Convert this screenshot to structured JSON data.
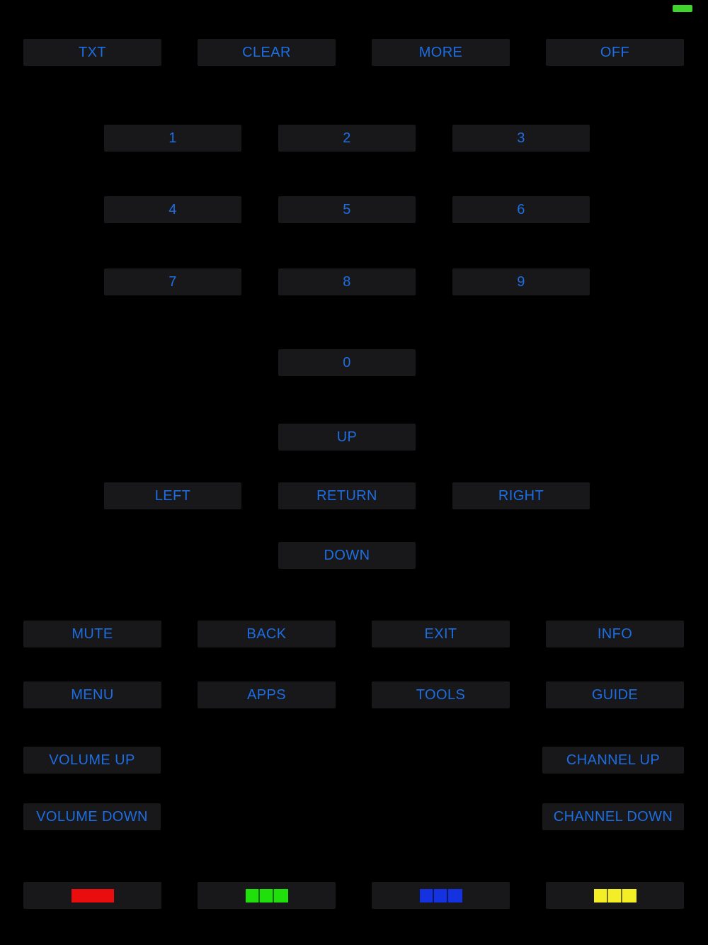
{
  "theme": {
    "background": "#000000",
    "button_bg": "#18181a",
    "button_text": "#1d6ee3"
  },
  "indicator": {
    "color": "#3fd42e"
  },
  "top_row": {
    "txt": "TXT",
    "clear": "CLEAR",
    "more": "MORE",
    "off": "OFF"
  },
  "numpad": {
    "n1": "1",
    "n2": "2",
    "n3": "3",
    "n4": "4",
    "n5": "5",
    "n6": "6",
    "n7": "7",
    "n8": "8",
    "n9": "9",
    "n0": "0"
  },
  "nav": {
    "up": "UP",
    "left": "LEFT",
    "return": "RETURN",
    "right": "RIGHT",
    "down": "DOWN"
  },
  "functions": {
    "mute": "MUTE",
    "back": "BACK",
    "exit": "EXIT",
    "info": "INFO",
    "menu": "MENU",
    "apps": "APPS",
    "tools": "TOOLS",
    "guide": "GUIDE"
  },
  "volume_channel": {
    "volume_up": "VOLUME UP",
    "volume_down": "VOLUME DOWN",
    "channel_up": "CHANNEL UP",
    "channel_down": "CHANNEL DOWN"
  },
  "color_buttons": {
    "red": {
      "color": "#ea0d0d",
      "segments": 1
    },
    "green": {
      "color": "#1fe00a",
      "segments": 3
    },
    "blue": {
      "color": "#1432e0",
      "segments": 3
    },
    "yellow": {
      "color": "#f4ee27",
      "segments": 3
    }
  }
}
